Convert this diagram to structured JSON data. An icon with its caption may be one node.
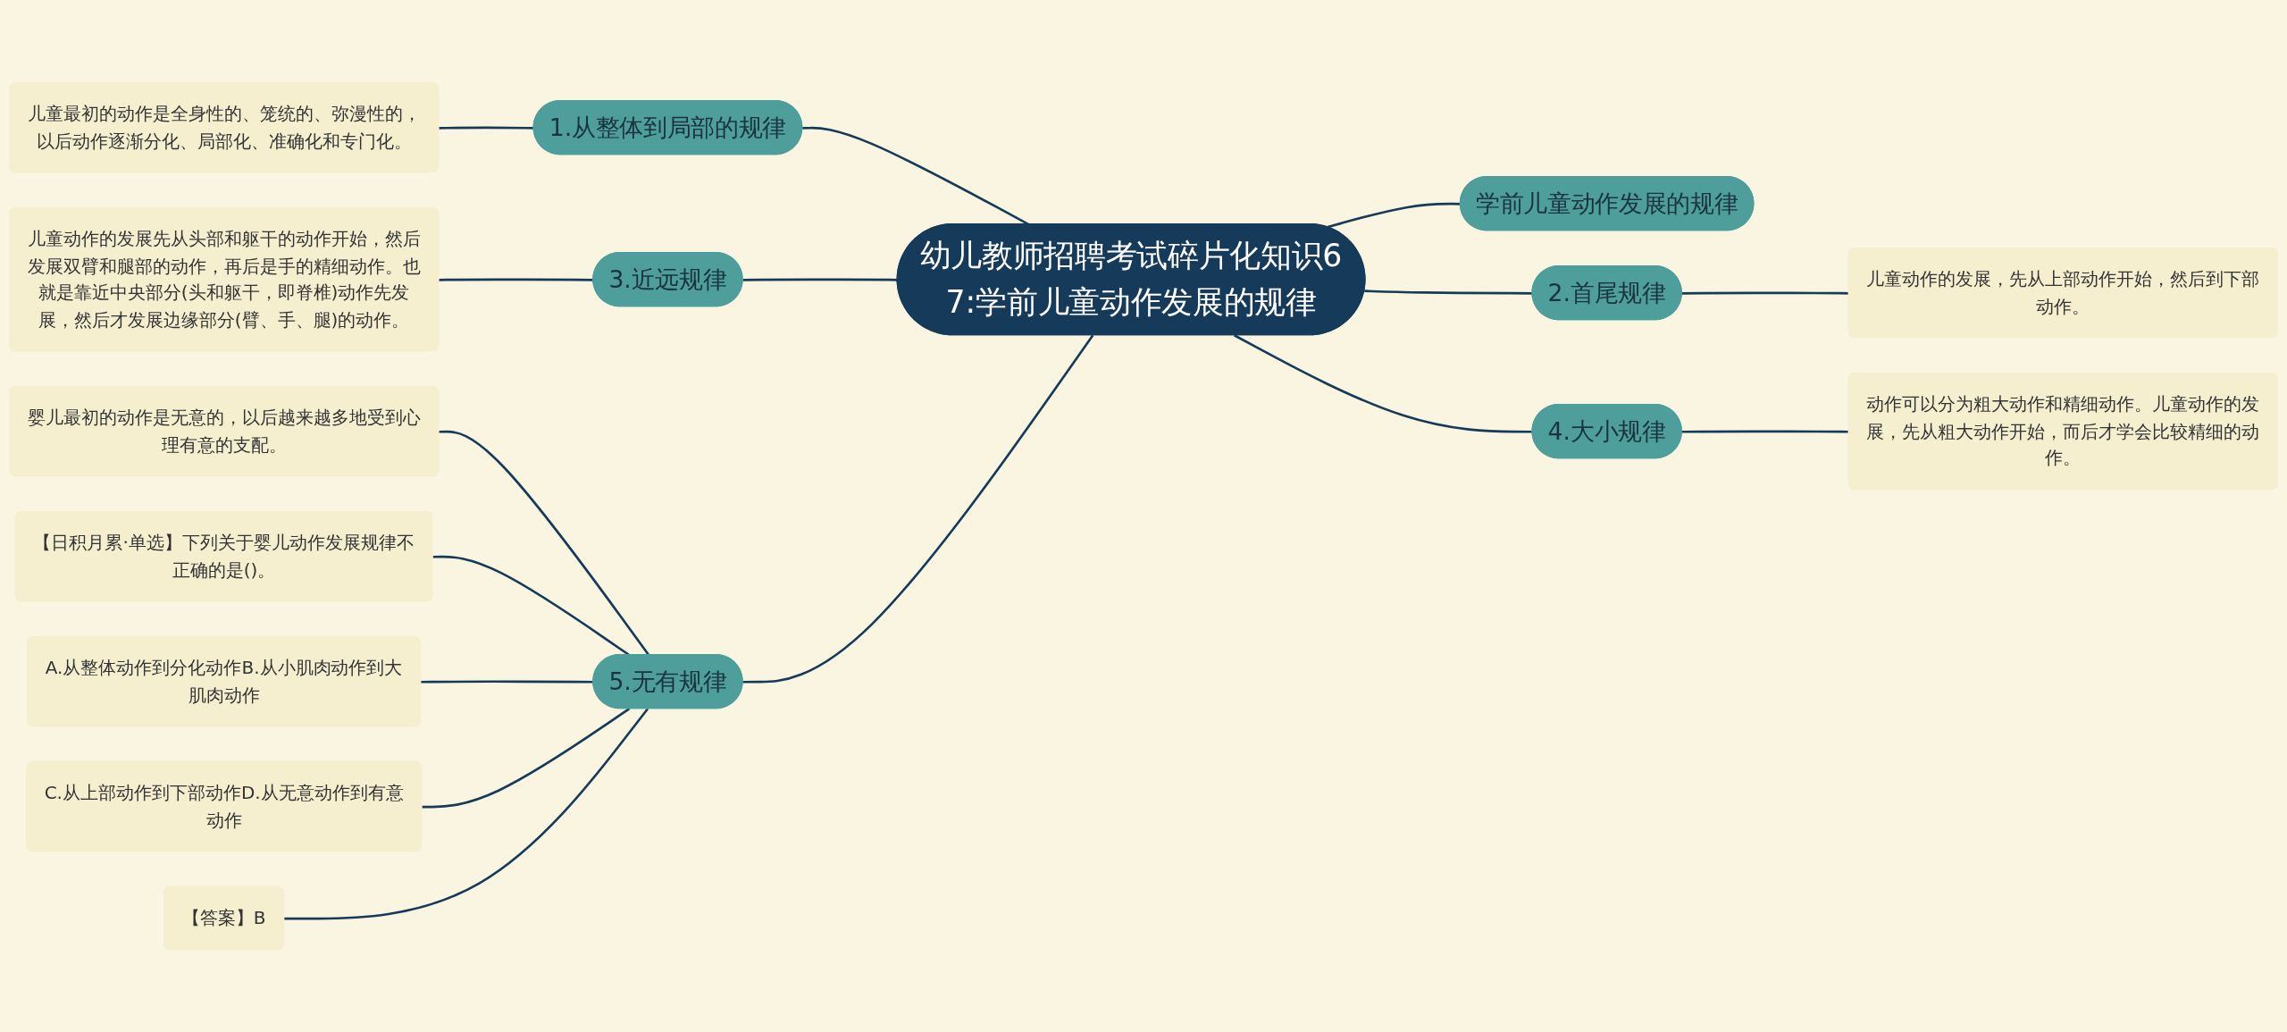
{
  "diagram": {
    "nodes": [
      {
        "text": [
          "幼儿教师招聘考试碎片化知识67:学前儿童动作发展的规律"
        ]
      },
      {
        "text": [
          "1.从整体到局部的规律"
        ]
      },
      {
        "text": [
          "儿童最初的动作是全身性的、笼统的、弥漫性的，以后动作逐渐分化、局部化、准确化和专门化。"
        ]
      },
      {
        "text": [
          "3.近远规律"
        ]
      },
      {
        "text": [
          "儿童动作的发展先从头部和躯干的动作开始，然后发展双臂和腿部的动作，再后是手的精细动作。也就是靠近中央部分(头和躯干，即脊椎)动作先发展，然后才发展边缘部分(臂、手、腿)的动作。"
        ]
      },
      {
        "text": [
          "5.无有规律"
        ]
      },
      {
        "text": [
          "婴儿最初的动作是无意的，以后越来越多地受到心理有意的支配。"
        ]
      },
      {
        "text": [
          "【日积月累·单选】下列关于婴儿动作发展规律不正确的是()。"
        ]
      },
      {
        "text": [
          "A.从整体动作到分化动作B.从小肌肉动作到大肌肉动作"
        ]
      },
      {
        "text": [
          "C.从上部动作到下部动作D.从无意动作到有意动作"
        ]
      },
      {
        "text": [
          "【答案】B"
        ]
      },
      {
        "text": [
          "学前儿童动作发展的规律"
        ]
      },
      {
        "text": [
          "2.首尾规律"
        ]
      },
      {
        "text": [
          "儿童动作的发展，先从上部动作开始，然后到下部动作。"
        ]
      },
      {
        "text": [
          "4.大小规律"
        ]
      },
      {
        "text": [
          "动作可以分为粗大动作和精细动作。儿童动作的发展，先从粗大动作开始，而后才学会比较精细的动作。"
        ]
      }
    ],
    "edges": [
      {
        "from": 2,
        "to": 1,
        "arrow": "none"
      },
      {
        "from": 1,
        "to": 0,
        "arrow": "none"
      },
      {
        "from": 4,
        "to": 3,
        "arrow": "none"
      },
      {
        "from": 3,
        "to": 0,
        "arrow": "none"
      },
      {
        "from": 6,
        "to": 5,
        "arrow": "none"
      },
      {
        "from": 7,
        "to": 5,
        "arrow": "none"
      },
      {
        "from": 8,
        "to": 5,
        "arrow": "none"
      },
      {
        "from": 9,
        "to": 5,
        "arrow": "none"
      },
      {
        "from": 10,
        "to": 5,
        "arrow": "none"
      },
      {
        "from": 5,
        "to": 0,
        "arrow": "none"
      },
      {
        "from": 0,
        "to": 11,
        "arrow": "none"
      },
      {
        "from": 0,
        "to": 12,
        "arrow": "none"
      },
      {
        "from": 12,
        "to": 13,
        "arrow": "none"
      },
      {
        "from": 0,
        "to": 14,
        "arrow": "none"
      },
      {
        "from": 14,
        "to": 15,
        "arrow": "none"
      }
    ]
  }
}
